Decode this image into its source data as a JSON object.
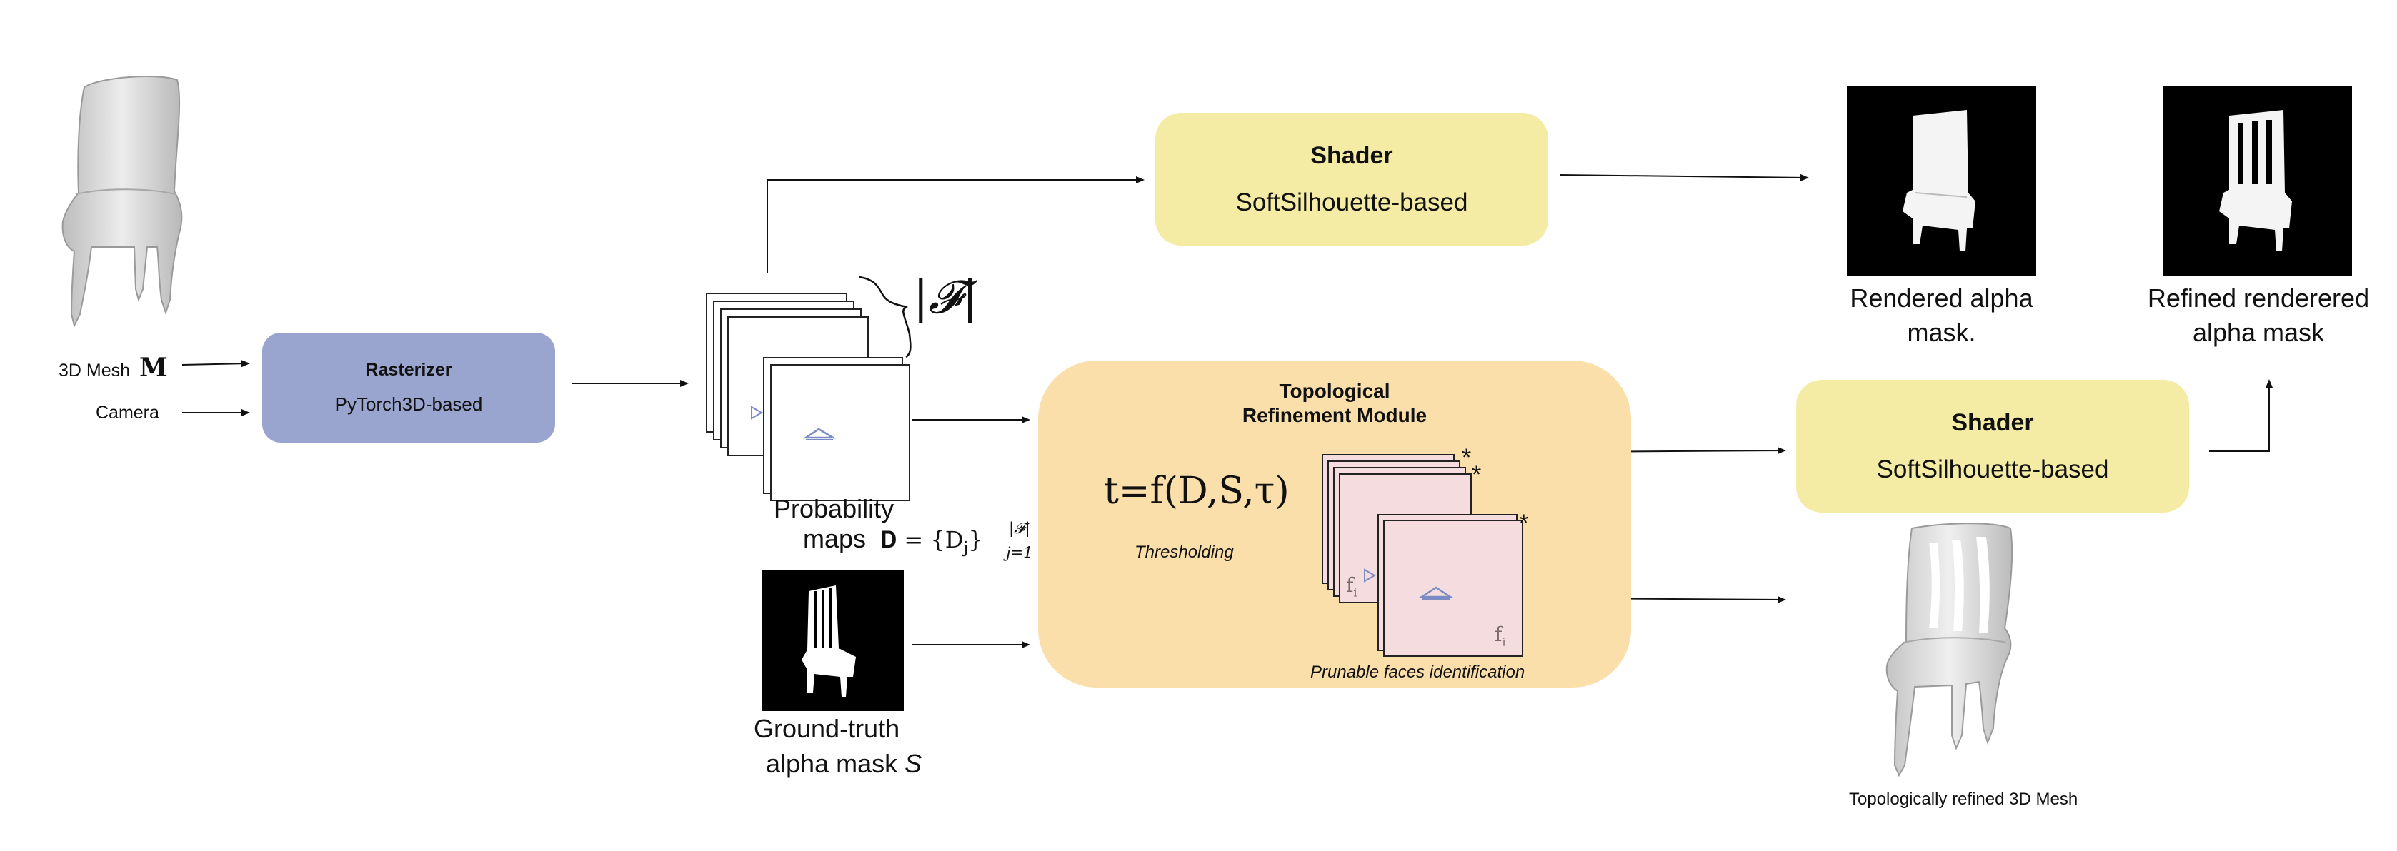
{
  "inputs": {
    "mesh_label": "3D Mesh",
    "mesh_symbol": "M",
    "camera_label": "Camera"
  },
  "rasterizer": {
    "title": "Rasterizer",
    "subtitle": "PyTorch3D-based"
  },
  "prob_maps": {
    "cardinality": "|𝓕|",
    "caption_line1": "Probability",
    "caption_line2": "maps",
    "formula_main": "𝐃 = {D",
    "formula_sub": "j",
    "formula_close": "}",
    "formula_sup": "|𝓕|",
    "formula_lower": "j=1"
  },
  "shader_top": {
    "title": "Shader",
    "subtitle": "SoftSilhouette-based"
  },
  "shader_bottom": {
    "title": "Shader",
    "subtitle": "SoftSilhouette-based"
  },
  "ground_truth": {
    "line1": "Ground-truth",
    "line2": "alpha mask ",
    "symbol": "S"
  },
  "trm": {
    "title_line1": "Topological",
    "title_line2": "Refinement Module",
    "equation": "t=f(D,S,τ)",
    "threshold_label": "Thresholding",
    "prunable_label": "Prunable faces identification",
    "face_label": "f",
    "face_sub": "i",
    "star": "*"
  },
  "outputs": {
    "rendered_line1": "Rendered alpha",
    "rendered_line2": "mask.",
    "refined_line1": "Refined renderered",
    "refined_line2": "alpha mask",
    "refined_mesh_label": "Topologically refined 3D Mesh"
  },
  "colors": {
    "rasterizer": "#9aa5cf",
    "shader": "#f4eba5",
    "trm": "#fadfaa",
    "prob_card_pink": "#f4dcdf",
    "triangle": "#7a8cc4"
  }
}
